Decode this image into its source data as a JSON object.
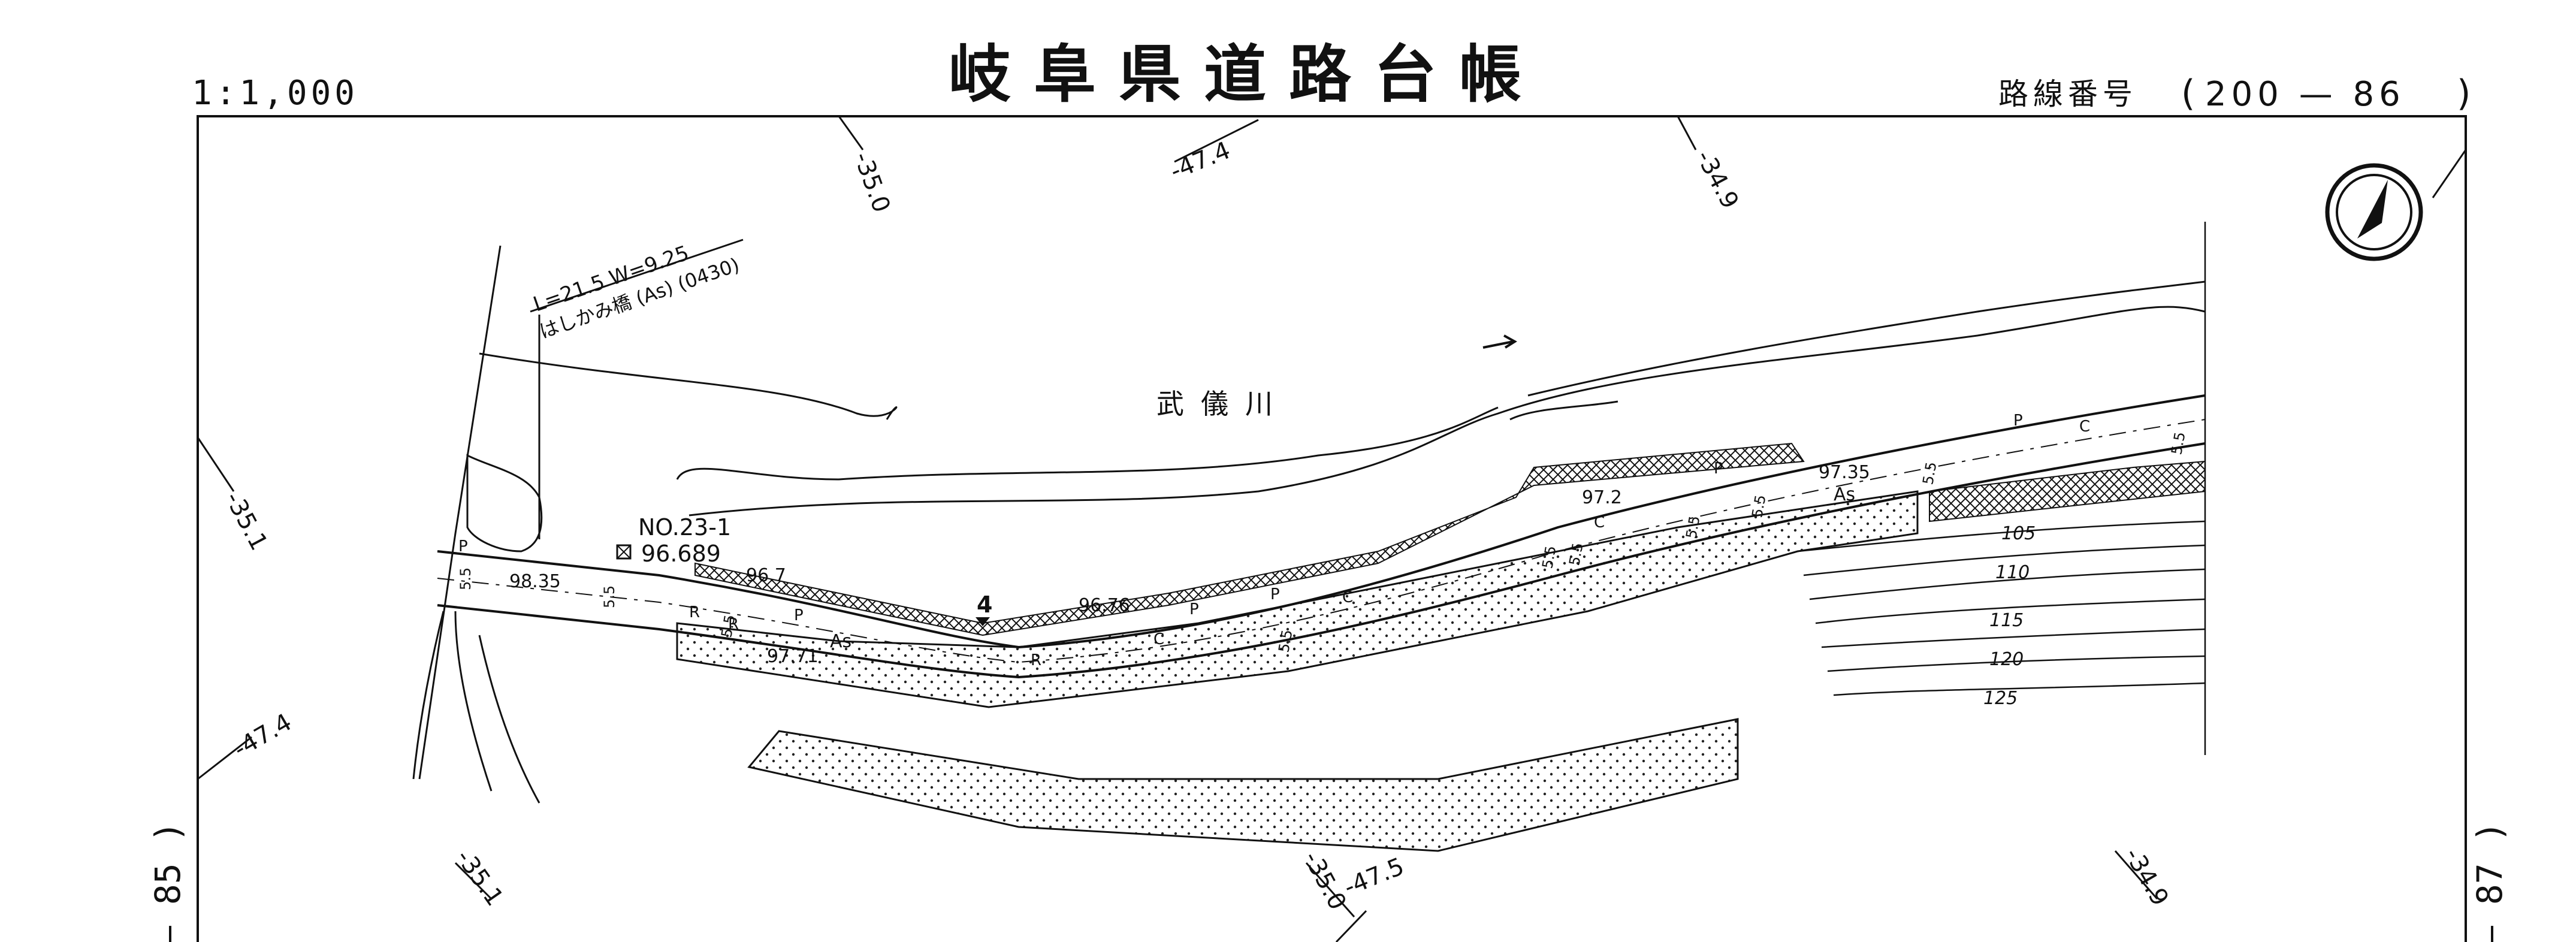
{
  "header": {
    "scale": "1:1,000",
    "title": "岐阜県道路台帳",
    "route_label": "路線番号",
    "route_open": "(",
    "route_no": "200 — 86",
    "route_close": ")"
  },
  "side_labels": {
    "left": "— 85 )",
    "right": "— 87 )"
  },
  "bridge": {
    "spec": "L=21.5 W=9.25",
    "name": "はしかみ橋 (As) (0430)"
  },
  "river_name": "武儀川",
  "benchmark": {
    "id": "NO.23-1",
    "elevation": "96.689"
  },
  "grid_labels": [
    "-35.0",
    "-47.4",
    "-34.9",
    "-35.1",
    "-47.4",
    "-35.1",
    "-35.0",
    "-47.5",
    "-34.9"
  ],
  "elevations": [
    "98.35",
    "96.7",
    "97.71",
    "96.76",
    "97.2",
    "97.35"
  ],
  "station": "4",
  "widths": [
    "5.5",
    "5.5",
    "5.5",
    "5.5",
    "5.5",
    "5.5",
    "5.5",
    "5.5",
    "5.5",
    "5.5"
  ],
  "surface_codes": [
    "P",
    "R",
    "R",
    "P",
    "As",
    "C",
    "R",
    "P",
    "P",
    "C",
    "C",
    "P",
    "P",
    "C",
    "As"
  ],
  "contours": [
    "105",
    "110",
    "115",
    "120",
    "125"
  ],
  "north_icon": "north-arrow-icon"
}
